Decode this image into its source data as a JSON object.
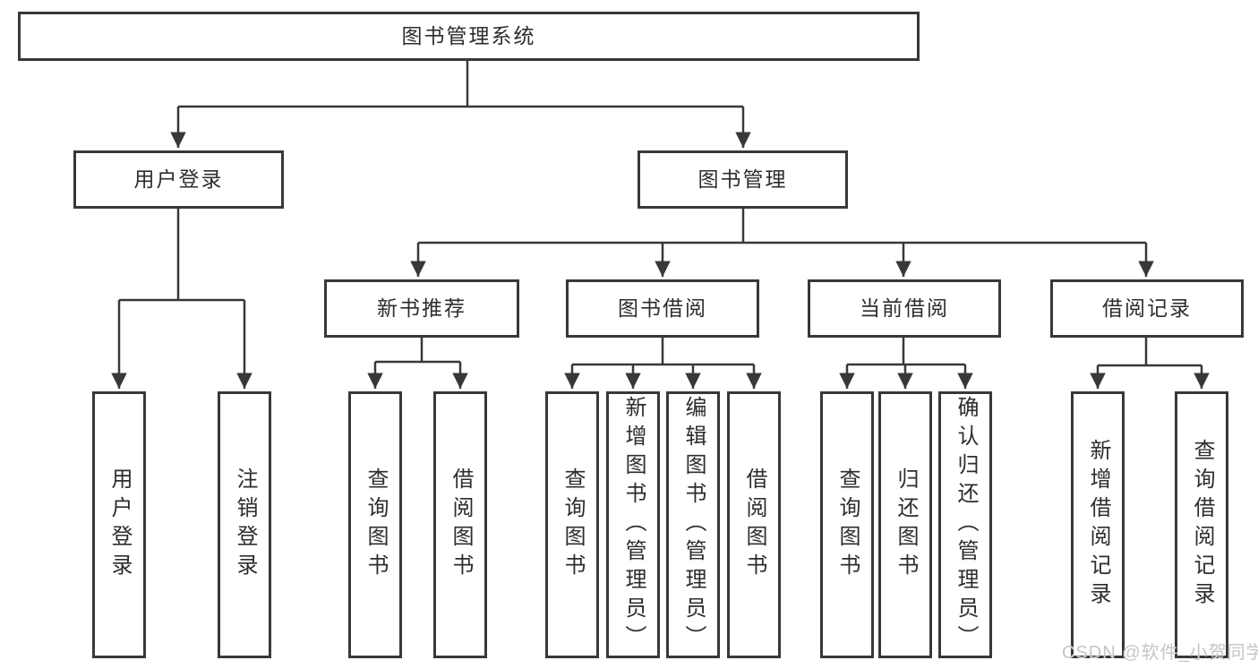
{
  "tree": {
    "label": "图书管理系统",
    "children": [
      {
        "label": "用户登录",
        "children": [
          {
            "label": "用户登录"
          },
          {
            "label": "注销登录"
          }
        ]
      },
      {
        "label": "图书管理",
        "children": [
          {
            "label": "新书推荐",
            "children": [
              {
                "label": "查询图书"
              },
              {
                "label": "借阅图书"
              }
            ]
          },
          {
            "label": "图书借阅",
            "children": [
              {
                "label": "查询图书"
              },
              {
                "label": "新增图书（管理员）"
              },
              {
                "label": "编辑图书（管理员）"
              },
              {
                "label": "借阅图书"
              }
            ]
          },
          {
            "label": "当前借阅",
            "children": [
              {
                "label": "查询图书"
              },
              {
                "label": "归还图书"
              },
              {
                "label": "确认归还（管理员）"
              }
            ]
          },
          {
            "label": "借阅记录",
            "children": [
              {
                "label": "新增借阅记录"
              },
              {
                "label": "查询借阅记录"
              }
            ]
          }
        ]
      }
    ]
  },
  "watermark": {
    "text": "CSDN @软件_小贺同学"
  },
  "colors": {
    "background": "#ffffff",
    "line": "#383838",
    "box_border": "#383838",
    "text": "#2d2d2d",
    "watermark": "#c6c6c6"
  }
}
